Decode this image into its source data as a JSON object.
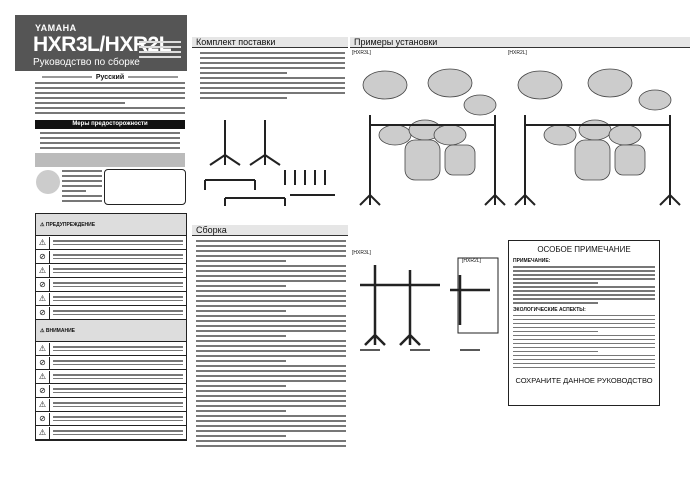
{
  "header": {
    "brand": "YAMAHA",
    "model": "HXR3L/HXR2L",
    "subtitle": "Руководство по сборке"
  },
  "left": {
    "language": "Русский",
    "precautions_title": "Меры предосторожности",
    "warning_label": "ПРЕДУПРЕЖДЕНИЕ",
    "caution_label": "ВНИМАНИЕ"
  },
  "sections": {
    "package": "Комплект поставки",
    "examples": "Примеры установки",
    "assembly": "Сборка"
  },
  "labels": {
    "hxr3l": "[HXR3L]",
    "hxr2l": "[HXR2L]"
  },
  "notice": {
    "title": "ОСОБОЕ ПРИМЕЧАНИЕ",
    "notice_head": "ПРИМЕЧАНИЕ:",
    "eco_head": "ЭКОЛОГИЧЕСКИЕ АСПЕКТЫ:",
    "save": "СОХРАНИТЕ ДАННОЕ РУКОВОДСТВО"
  }
}
